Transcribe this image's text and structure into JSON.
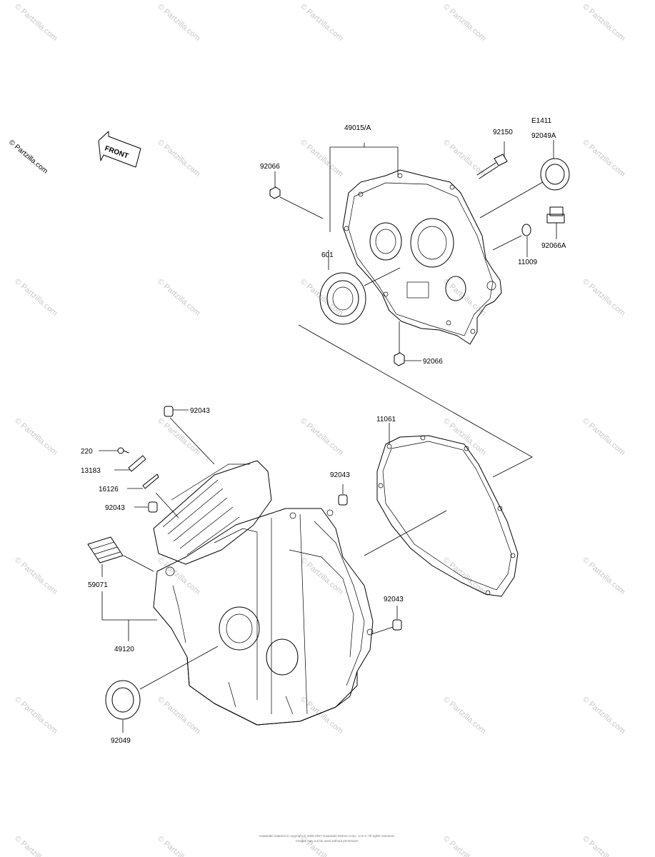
{
  "watermark": "© Partzilla.com",
  "front_arrow": {
    "label": "FRONT"
  },
  "callouts": {
    "e1411": "E1411",
    "p49015a": "49015/A",
    "p92150": "92150",
    "p92049a": "92049A",
    "p92066_top": "92066",
    "p92066a": "92066A",
    "p11009": "11009",
    "p601": "601",
    "p92066_bottom": "92066",
    "p92043_top": "92043",
    "p11061": "11061",
    "p220": "220",
    "p13183": "13183",
    "p16126": "16126",
    "p92043_left": "92043",
    "p92043_mid": "92043",
    "p59071": "59071",
    "p92043_right": "92043",
    "p49120": "49120",
    "p92049": "92049"
  },
  "footer": {
    "line1": "Kawasaki material is copyright © 2005-2017 Kawasaki Motors Corp., U.S.A. All rights reserved.",
    "line2": "Images may not be used without permission"
  }
}
